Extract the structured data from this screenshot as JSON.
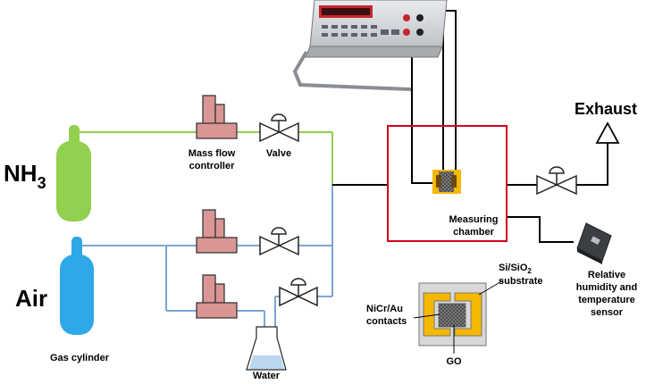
{
  "labels": {
    "nh3": "NH",
    "nh3_sub": "3",
    "air": "Air",
    "gas_cylinder": "Gas cylinder",
    "mfc_line1": "Mass flow",
    "mfc_line2": "controller",
    "valve": "Valve",
    "water": "Water",
    "exhaust": "Exhaust",
    "measuring_line1": "Measuring",
    "measuring_line2": "chamber",
    "sensor_line1": "Relative",
    "sensor_line2": "humidity and",
    "sensor_line3": "temperature",
    "sensor_line4": "sensor",
    "substrate_line1_a": "Si/SiO",
    "substrate_line1_sub": "2",
    "substrate_line2": "substrate",
    "contacts_line1": "NiCr/Au",
    "contacts_line2": "contacts",
    "go": "GO"
  },
  "colors": {
    "nh3_line": "#92d050",
    "air_line": "#7aa6d8",
    "nh3_cylinder": "#92d050",
    "air_cylinder": "#2ea8e8",
    "mfc": "#d99694",
    "chamber_border": "#d0021b",
    "contacts_gold": "#f5b800",
    "water": "#bcd7f0"
  }
}
